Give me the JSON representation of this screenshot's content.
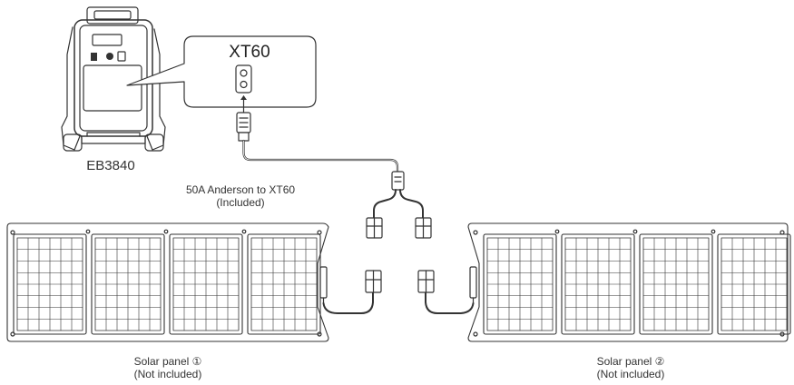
{
  "device": {
    "model": "EB3840"
  },
  "callout": {
    "port": "XT60"
  },
  "cable": {
    "name": "50A Anderson to XT60",
    "note": "(Included)"
  },
  "panels": [
    {
      "name": "Solar panel ①",
      "note": "(Not included)"
    },
    {
      "name": "Solar panel ②",
      "note": "(Not included)"
    }
  ]
}
